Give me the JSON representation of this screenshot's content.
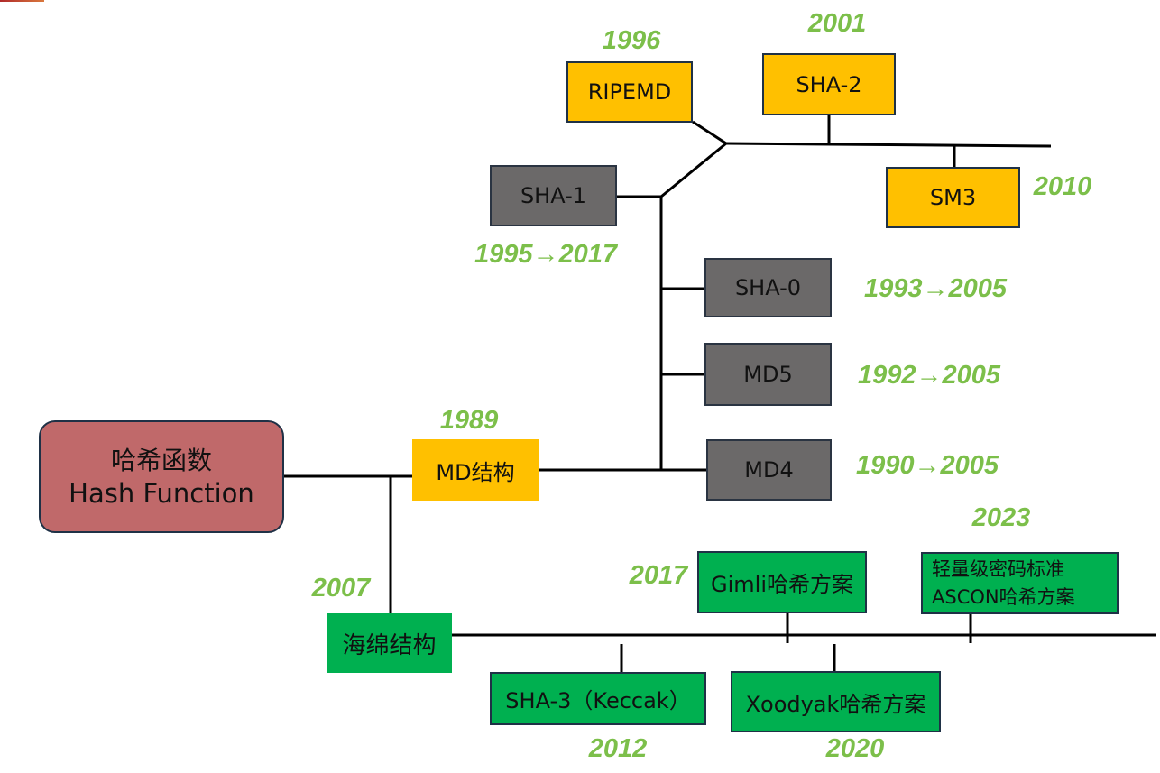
{
  "colors": {
    "legacy": "#FFC000",
    "broken": "#6b6969",
    "sponge": "#00B050",
    "root": "#C0696A",
    "year": "#7cbf4a"
  },
  "root": {
    "line1": "哈希函数",
    "line2": "Hash Function"
  },
  "md": {
    "label": "MD结构",
    "year": "1989"
  },
  "sponge": {
    "label": "海绵结构",
    "year": "2007"
  },
  "md_family": [
    {
      "label": "RIPEMD",
      "year": "1996"
    },
    {
      "label": "SHA-2",
      "year": "2001"
    },
    {
      "label": "SM3",
      "year": "2010"
    },
    {
      "label": "SHA-1",
      "year": "1995→2017"
    },
    {
      "label": "SHA-0",
      "year": "1993→2005"
    },
    {
      "label": "MD5",
      "year": "1992→2005"
    },
    {
      "label": "MD4",
      "year": "1990→2005"
    }
  ],
  "sponge_family": [
    {
      "label": "SHA-3（Keccak）",
      "year": "2012"
    },
    {
      "label": "Gimli哈希方案",
      "year": "2017"
    },
    {
      "label": "Xoodyak哈希方案",
      "year": "2020"
    },
    {
      "label_line1": "轻量级密码标准",
      "label_line2": "ASCON哈希方案",
      "year": "2023"
    }
  ]
}
